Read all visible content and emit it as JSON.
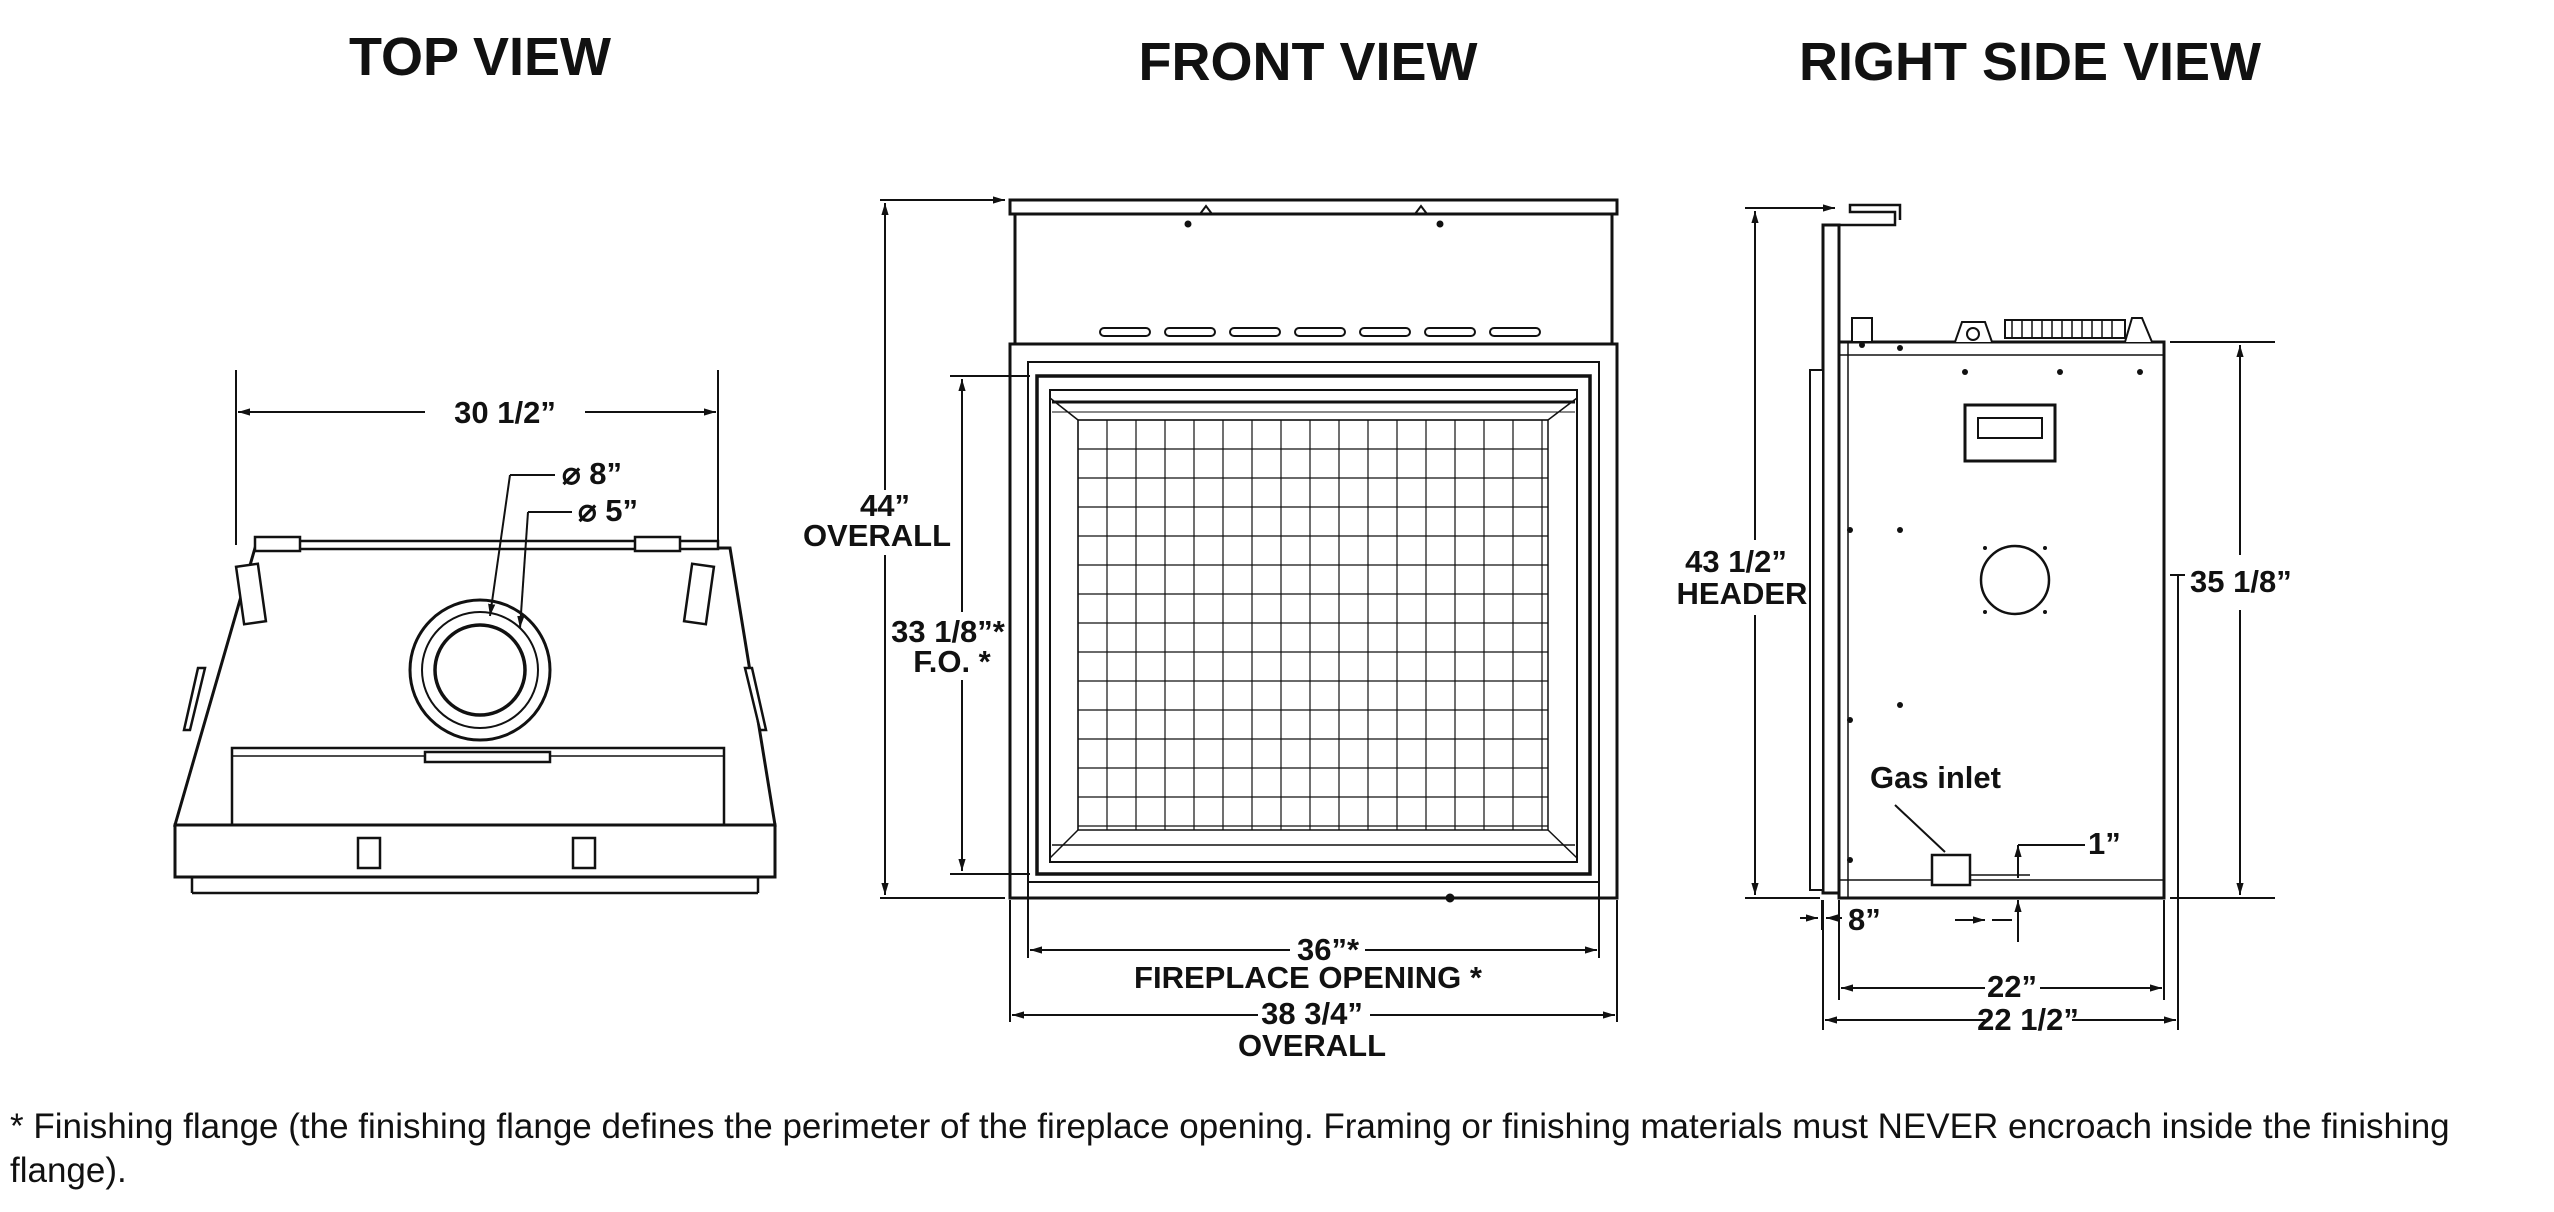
{
  "titles": {
    "top": "TOP VIEW",
    "front": "FRONT VIEW",
    "side": "RIGHT SIDE VIEW"
  },
  "top_view": {
    "width": "30 1/2”",
    "outer_dia": "⌀ 8”",
    "inner_dia": "⌀ 5”"
  },
  "front_view": {
    "height_value": "44”",
    "height_label": "OVERALL",
    "fo_value": "33 1/8”*",
    "fo_label": "F.O. *",
    "opening_value": "36”*",
    "opening_label": "FIREPLACE OPENING *",
    "overall_value": "38 3/4”",
    "overall_label": "OVERALL"
  },
  "side_view": {
    "header_value": "43 1/2”",
    "header_label": "HEADER",
    "right_height": "35 1/8”",
    "gas_inlet": "Gas inlet",
    "gas_offset": "1”",
    "bottom_offset": "8”",
    "depth_inner": "22”",
    "depth_outer": "22 1/2”"
  },
  "footnote": "* Finishing flange (the finishing flange defines the perimeter of the fireplace opening. Framing or finishing materials must NEVER encroach inside the finishing flange)."
}
